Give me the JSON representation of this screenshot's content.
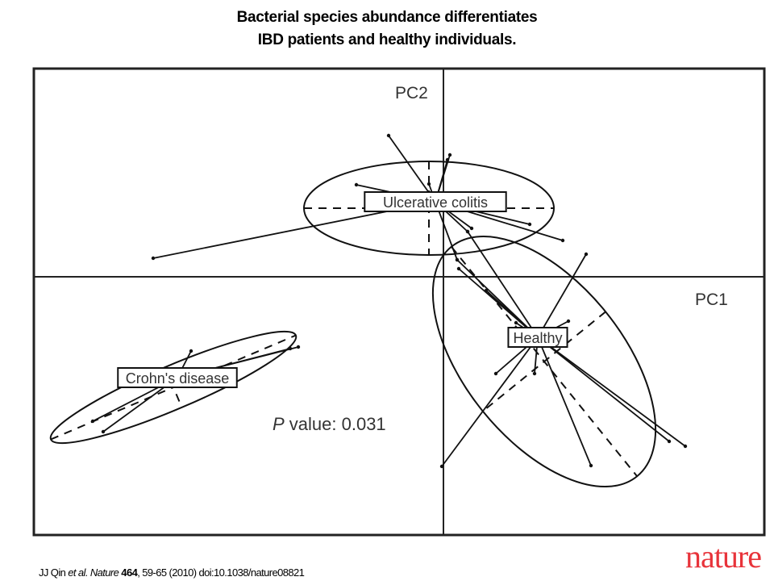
{
  "slide": {
    "title_line1": "Bacterial species abundance differentiates",
    "title_line2": "IBD patients and healthy individuals.",
    "citation": {
      "authors": "JJ Qin ",
      "etal": "et al.",
      "journal": " Nature",
      "volume": " 464",
      "rest": ", 59-65 (2010) doi:10.1038/nature08821"
    },
    "logo": "nature",
    "logo_color": "#e8333a"
  },
  "chart_data": {
    "type": "scatter",
    "title": "",
    "xlabel": "PC1",
    "ylabel": "PC2",
    "xlim": [
      -5.08,
      3.98
    ],
    "ylim": [
      -3.2,
      2.58
    ],
    "annotation": {
      "italic": "P",
      "text": " value: 0.031"
    },
    "groups": [
      {
        "name": "Ulcerative colitis",
        "centroid": [
          -0.1,
          0.93
        ],
        "ellipse": {
          "center": [
            -0.18,
            0.85
          ],
          "rx": 1.55,
          "ry": 0.58,
          "angle": 0
        },
        "points": [
          [
            -0.68,
            1.75
          ],
          [
            0.08,
            1.51
          ],
          [
            0.05,
            1.45
          ],
          [
            -0.18,
            1.15
          ],
          [
            -1.08,
            1.14
          ],
          [
            1.07,
            0.65
          ],
          [
            1.48,
            0.45
          ],
          [
            -3.6,
            0.23
          ],
          [
            0.3,
            0.56
          ],
          [
            0.17,
            0.21
          ],
          [
            0.35,
            0.6
          ]
        ]
      },
      {
        "name": "Healthy",
        "centroid": [
          1.17,
          -0.75
        ],
        "ellipse": {
          "center": [
            1.25,
            -1.05
          ],
          "rx": 1.83,
          "ry": 0.98,
          "angle": 51
        },
        "points": [
          [
            1.77,
            0.28
          ],
          [
            0.19,
            0.1
          ],
          [
            0.53,
            -0.17
          ],
          [
            0.9,
            -0.57
          ],
          [
            1.55,
            -0.55
          ],
          [
            0.65,
            -1.2
          ],
          [
            1.13,
            -1.2
          ],
          [
            -0.02,
            -2.35
          ],
          [
            1.83,
            -2.34
          ],
          [
            2.8,
            -2.04
          ],
          [
            3.0,
            -2.1
          ],
          [
            0.17,
            0.21
          ],
          [
            0.3,
            0.56
          ]
        ]
      },
      {
        "name": "Crohn's disease",
        "centroid": [
          -3.3,
          -1.25
        ],
        "ellipse": {
          "center": [
            -3.35,
            -1.37
          ],
          "rx": 1.65,
          "ry": 0.27,
          "angle": -23
        },
        "points": [
          [
            -3.13,
            -0.92
          ],
          [
            -1.8,
            -0.87
          ],
          [
            -4.35,
            -1.79
          ],
          [
            -4.22,
            -1.92
          ],
          [
            -1.9,
            -0.89
          ]
        ]
      }
    ]
  }
}
